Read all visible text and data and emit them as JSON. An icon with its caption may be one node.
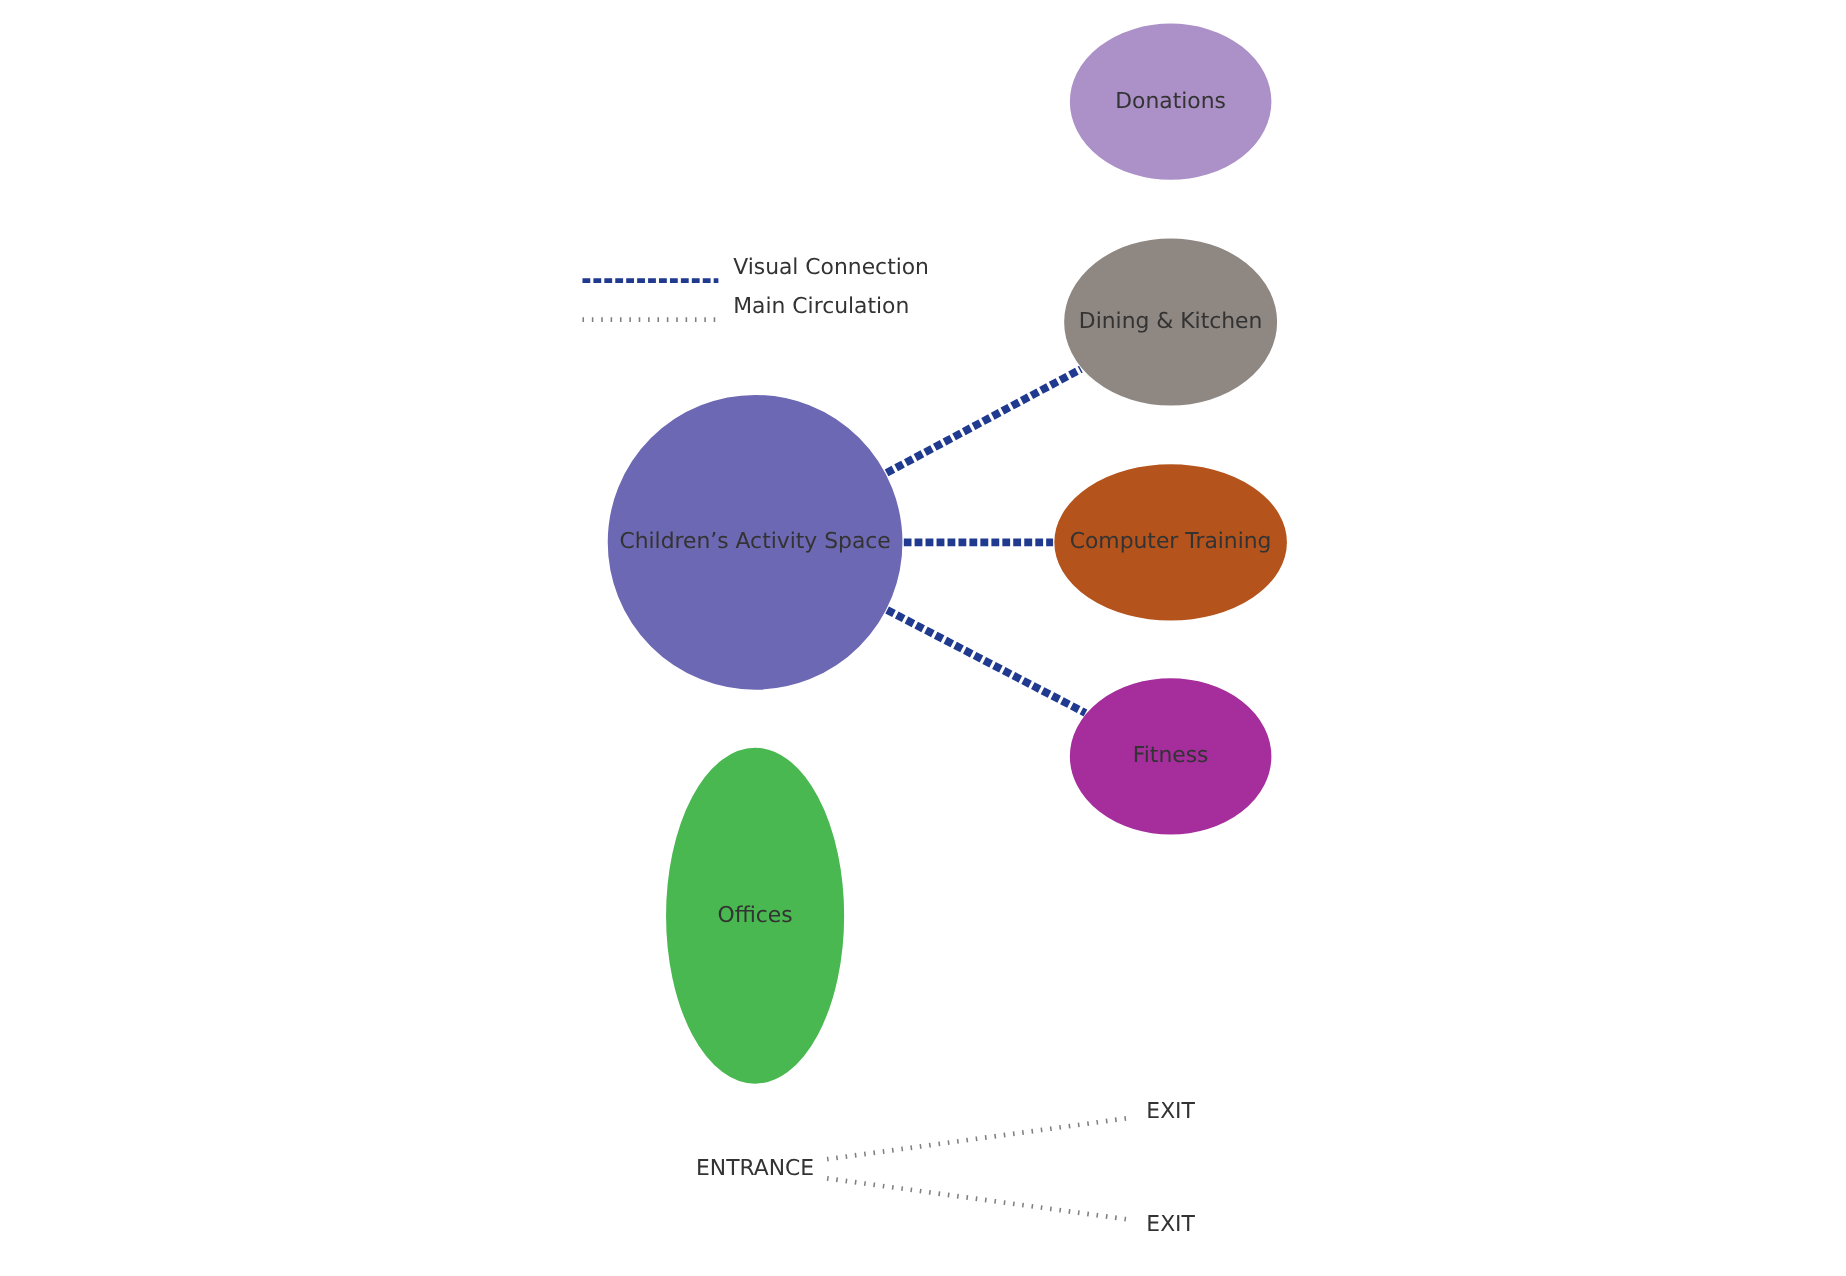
{
  "diagram": {
    "nodes": [
      {
        "text": [
          "ENTRANCE"
        ]
      },
      {
        "text": [
          "Offices"
        ]
      },
      {
        "text": [
          "Children’s Activity Space"
        ]
      },
      {
        "text": [
          "Dining & Kitchen"
        ]
      },
      {
        "text": [
          "EXIT"
        ]
      },
      {
        "text": [
          "Computer Training"
        ]
      },
      {
        "text": [
          "Fitness"
        ]
      },
      {
        "text": [
          "Donations"
        ]
      },
      {
        "text": [
          "EXIT"
        ]
      }
    ],
    "edges": [
      {
        "from": 0,
        "to": 4,
        "arrow": "none",
        "color": "#7f7f7f"
      },
      {
        "from": 0,
        "to": 8,
        "arrow": "none",
        "color": "#7f7f7f"
      },
      {
        "from": 2,
        "to": 3,
        "arrow": "none",
        "style": "dashed",
        "color": "#1f3a8f"
      },
      {
        "from": 2,
        "to": 5,
        "arrow": "none",
        "style": "dashed",
        "color": "#1f3a8f"
      },
      {
        "from": 2,
        "to": 6,
        "arrow": "none",
        "style": "dashed",
        "color": "#1f3a8f"
      }
    ],
    "legend": [
      {
        "text": "Visual Connection"
      },
      {
        "text": "Main Circulation"
      }
    ]
  }
}
